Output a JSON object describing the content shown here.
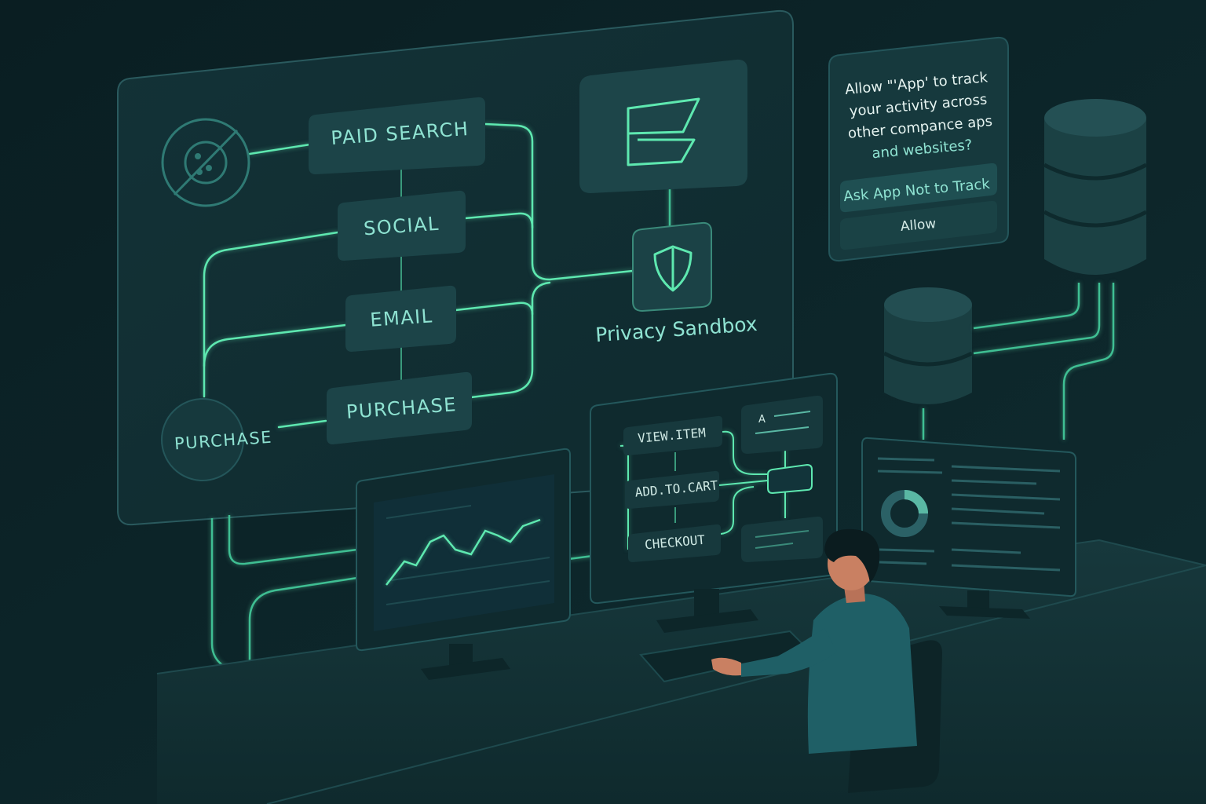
{
  "flow_nodes": {
    "paid_search": "PAID SEARCH",
    "social": "SOCIAL",
    "email": "EMAIL",
    "purchase_center": "PURCHASE",
    "purchase_left": "PURCHASE"
  },
  "privacy_sandbox_label": "Privacy Sandbox",
  "att_prompt": {
    "lines": [
      "Allow \"'App' to track",
      "your activity across",
      "other compance aps",
      "and websites?"
    ],
    "ask_not_track_label": "Ask App Not to Track",
    "allow_label": "Allow"
  },
  "events_monitor": {
    "view_item": "VIEW.ITEM",
    "add_to_cart": "ADD.TO.CART",
    "checkout": "CHECKOUT",
    "card_letter": "A"
  },
  "colors": {
    "background": "#0c2226",
    "accent": "#5ee8b0",
    "text_teal": "#8fe3d2",
    "panel": "#12343a",
    "node": "#1c4448"
  },
  "icons": [
    "no-cookie-icon",
    "envelope-icon",
    "shield-icon",
    "database-icon",
    "donut-chart-icon"
  ]
}
